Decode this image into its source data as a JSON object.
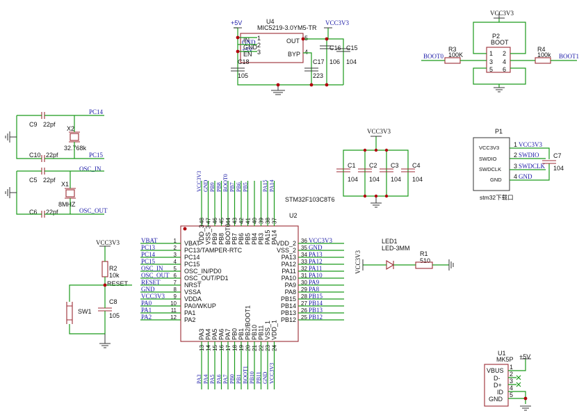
{
  "u4": {
    "ref": "U4",
    "part": "MIC5219-3.0YM5-TR",
    "pins": {
      "in": "IN",
      "gnd": "GND",
      "en": "EN",
      "out": "OUT",
      "byp": "BYP",
      "n1": "1",
      "n2": "2",
      "n3": "3",
      "n5": "5",
      "n4": "4"
    }
  },
  "power": {
    "p5v": "+5V",
    "vcc": "VCC3V3",
    "gnd": "GND"
  },
  "caps": {
    "c18": {
      "ref": "C18",
      "val": "105"
    },
    "c16": {
      "ref": "C16",
      "val": "106"
    },
    "c15": {
      "ref": "C15",
      "val": "104"
    },
    "c17": {
      "ref": "C17",
      "val": "223"
    },
    "c9": {
      "ref": "C9",
      "val": "22pf"
    },
    "c10": {
      "ref": "C10",
      "val": "22pf"
    },
    "c5": {
      "ref": "C5",
      "val": "22pf"
    },
    "c6": {
      "ref": "C6",
      "val": "22pf"
    },
    "c1": {
      "ref": "C1",
      "val": "104"
    },
    "c2": {
      "ref": "C2",
      "val": "104"
    },
    "c3": {
      "ref": "C3",
      "val": "104"
    },
    "c4": {
      "ref": "C4",
      "val": "104"
    },
    "c7": {
      "ref": "C7",
      "val": "104"
    },
    "c8": {
      "ref": "C8",
      "val": "105"
    }
  },
  "boot": {
    "p2": "P2",
    "label": "BOOT",
    "r3": "R3",
    "r3v": "100K",
    "r4": "R4",
    "r4v": "100k",
    "boot0": "BOOT0",
    "boot1": "BOOT1",
    "pins": [
      "1",
      "2",
      "3",
      "4",
      "5",
      "6"
    ]
  },
  "crystals": {
    "x2": "X2",
    "x2v": "32.768k",
    "x1": "X1",
    "x1v": "8MHZ",
    "pc14": "PC14",
    "pc15": "PC15",
    "oscin": "OSC_IN",
    "oscout": "OSC_OUT"
  },
  "p1": {
    "ref": "P1",
    "caption": "stm32下载口",
    "pins": [
      "VCC3V3",
      "SWDIO",
      "SWDCLK",
      "GND"
    ],
    "nums": [
      "1",
      "2",
      "3",
      "4"
    ],
    "nets": [
      "VCC3V3",
      "SWDIO",
      "SWDCLK",
      "GND"
    ]
  },
  "reset": {
    "r2": "R2",
    "r2v": "10k",
    "net": "RESET",
    "sw": "SW1"
  },
  "led": {
    "ref": "LED1",
    "part": "LED-3MM",
    "r1": "R1",
    "r1v": "510"
  },
  "mcu": {
    "ref": "U2",
    "part": "STM32F103C8T6",
    "left_pins": [
      [
        "1",
        "VBAT"
      ],
      [
        "2",
        "PC13/TAMPER-RTC"
      ],
      [
        "3",
        "PC14"
      ],
      [
        "4",
        "PC15"
      ],
      [
        "5",
        "OSC_IN/PD0"
      ],
      [
        "6",
        "OSC_OUT/PD1"
      ],
      [
        "7",
        "NRST"
      ],
      [
        "8",
        "VSSA"
      ],
      [
        "9",
        "VDDA"
      ],
      [
        "10",
        "PA0/WKUP"
      ],
      [
        "11",
        "PA1"
      ],
      [
        "12",
        "PA2"
      ]
    ],
    "left_nets": [
      "VBAT",
      "PC13",
      "PC14",
      "PC15",
      "OSC_IN",
      "OSC_OUT",
      "RESET",
      "GND",
      "VCC3V3",
      "PA0",
      "PA1",
      "PA2"
    ],
    "right_pins": [
      [
        "36",
        "VDD_2"
      ],
      [
        "35",
        "VSS_2"
      ],
      [
        "34",
        "PA13"
      ],
      [
        "33",
        "PA12"
      ],
      [
        "32",
        "PA11"
      ],
      [
        "31",
        "PA10"
      ],
      [
        "30",
        "PA9"
      ],
      [
        "29",
        "PA8"
      ],
      [
        "28",
        "PB15"
      ],
      [
        "27",
        "PB14"
      ],
      [
        "26",
        "PB13"
      ],
      [
        "25",
        "PB12"
      ]
    ],
    "right_nets": [
      "VCC3V3",
      "GND",
      "PA13",
      "PA12",
      "PA11",
      "PA10",
      "PA9",
      "PA8",
      "PB15",
      "PB14",
      "PB13",
      "PB12"
    ],
    "top_pins": [
      [
        "48",
        "VDD_3"
      ],
      [
        "47",
        "VSS_3"
      ],
      [
        "46",
        "PB9"
      ],
      [
        "45",
        "PB8"
      ],
      [
        "44",
        "BOOT0"
      ],
      [
        "43",
        "PB7"
      ],
      [
        "42",
        "PB6"
      ],
      [
        "41",
        "PB5"
      ],
      [
        "40",
        "PB4"
      ],
      [
        "39",
        "PB3"
      ],
      [
        "38",
        "PA15"
      ],
      [
        "37",
        "PA14"
      ]
    ],
    "top_nets": [
      "VCC3V3",
      "GND",
      "PB9",
      "PB8",
      "BOOT0",
      "PB7",
      "PB6",
      "PB5",
      "",
      "",
      "PA15",
      "PA14"
    ],
    "bot_pins": [
      [
        "13",
        "PA3"
      ],
      [
        "14",
        "PA4"
      ],
      [
        "15",
        "PA5"
      ],
      [
        "16",
        "PA6"
      ],
      [
        "17",
        "PA7"
      ],
      [
        "18",
        "PB0"
      ],
      [
        "19",
        "PB1"
      ],
      [
        "20",
        "PB2/BOOT1"
      ],
      [
        "21",
        "PB10"
      ],
      [
        "22",
        "PB11"
      ],
      [
        "23",
        "VSS_1"
      ],
      [
        "24",
        "VDD_1"
      ]
    ],
    "bot_nets": [
      "PA3",
      "PA4",
      "PA5",
      "PA6",
      "PA7",
      "PB0",
      "PB1",
      "BOOT1",
      "PB10",
      "PB11",
      "GND",
      "VCC3V3"
    ]
  },
  "u1": {
    "ref": "U1",
    "part": "MK5P",
    "pins": [
      "VBUS",
      "D-",
      "D+",
      "ID",
      "GND"
    ],
    "nums": [
      "1",
      "2",
      "3",
      "4",
      "5"
    ]
  }
}
